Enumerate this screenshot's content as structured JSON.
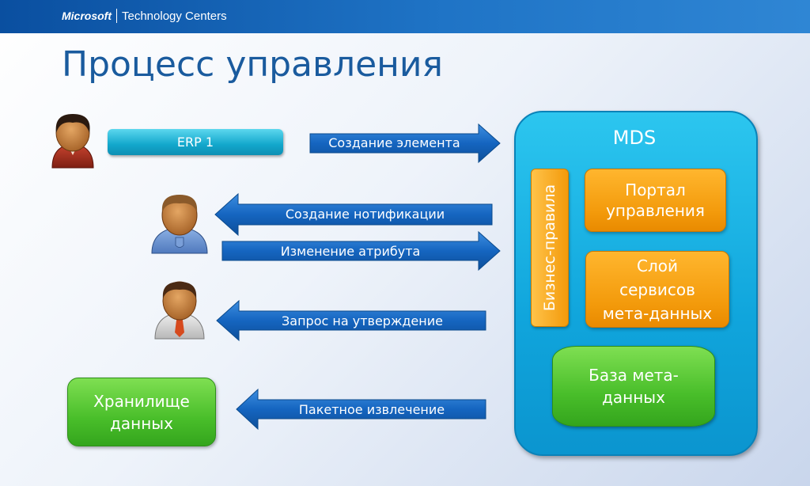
{
  "header": {
    "brand_microsoft": "Microsoft",
    "brand_centers": "Technology Centers"
  },
  "title": "Процесс управления",
  "nodes": {
    "erp": "ERP 1",
    "mds": "MDS",
    "business_rules": "Бизнес-правила",
    "portal": "Портал управления",
    "services": "Слой сервисов мета-данных",
    "metadata_db": "База мета-данных",
    "warehouse": "Хранилище данных"
  },
  "arrows": [
    {
      "label": "Создание элемента",
      "direction": "right"
    },
    {
      "label": "Создание нотификации",
      "direction": "left"
    },
    {
      "label": "Изменение атрибута",
      "direction": "right"
    },
    {
      "label": "Запрос на утверждение",
      "direction": "left"
    },
    {
      "label": "Пакетное извлечение",
      "direction": "left"
    }
  ],
  "colors": {
    "header": "#1f74c6",
    "title": "#1a5b9e",
    "arrow": "#1565c0",
    "cyan": "#12a7cc",
    "orange": "#f39a0b",
    "green": "#49be2a"
  },
  "icons": [
    "person-dark-hair-icon",
    "person-shield-icon",
    "person-tie-icon"
  ]
}
